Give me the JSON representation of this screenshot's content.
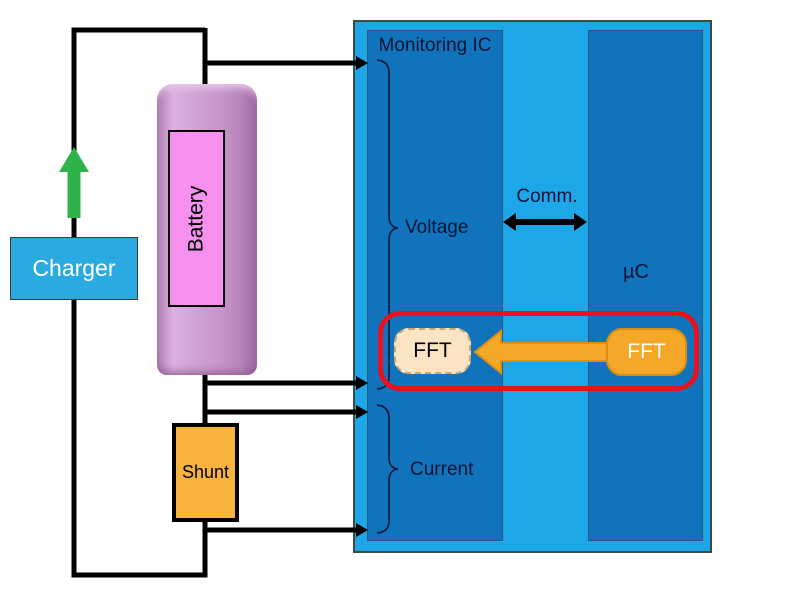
{
  "charger": {
    "label": "Charger"
  },
  "battery": {
    "label": "Battery"
  },
  "shunt": {
    "label": "Shunt"
  },
  "monitoring_ic": {
    "title": "Monitoring IC",
    "voltage_label": "Voltage",
    "current_label": "Current",
    "fft_label": "FFT"
  },
  "comm": {
    "label": "Comm."
  },
  "microcontroller": {
    "label": "µC",
    "fft_label": "FFT"
  },
  "colors": {
    "board_bg": "#1ea7e8",
    "panel_bg": "#1173bc",
    "charger_bg": "#29abe2",
    "shunt_bg": "#f7b33e",
    "fft_source_bg": "#f5a728",
    "fft_copy_bg": "#fae4c3",
    "highlight_red": "#e8121e",
    "charge_green": "#2db34a",
    "battery_label_bg": "#f590ee",
    "wire_black": "#000000",
    "text_dark": "#0c1535"
  }
}
